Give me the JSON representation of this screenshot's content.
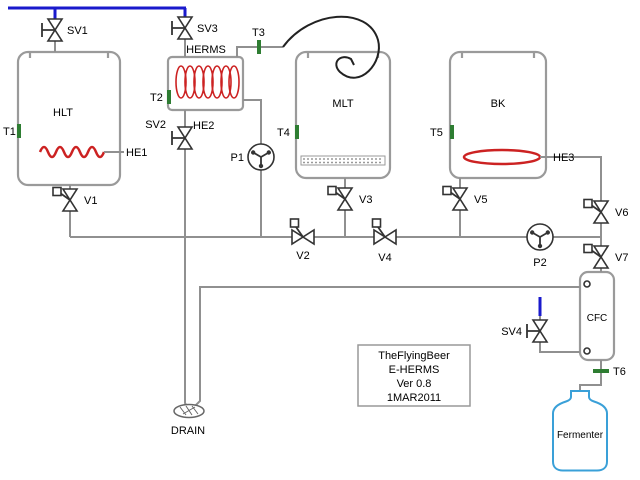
{
  "diagram": {
    "vessels": {
      "hlt": "HLT",
      "mlt": "MLT",
      "bk": "BK",
      "herms": "HERMS",
      "cfc": "CFC",
      "fermenter": "Fermenter"
    },
    "valves": {
      "sv1": "SV1",
      "sv2": "SV2",
      "sv3": "SV3",
      "sv4": "SV4",
      "v1": "V1",
      "v2": "V2",
      "v3": "V3",
      "v4": "V4",
      "v5": "V5",
      "v6": "V6",
      "v7": "V7"
    },
    "pumps": {
      "p1": "P1",
      "p2": "P2"
    },
    "sensors": {
      "t1": "T1",
      "t2": "T2",
      "t3": "T3",
      "t4": "T4",
      "t5": "T5",
      "t6": "T6"
    },
    "heaters": {
      "he1": "HE1",
      "he2": "HE2",
      "he3": "HE3"
    },
    "drain": "DRAIN",
    "title_block": {
      "line1": "TheFlyingBeer",
      "line2": "E-HERMS",
      "line3": "Ver 0.8",
      "line4": "1MAR2011"
    },
    "colors": {
      "water_supply": "#1a1acc",
      "heating_element": "#cc2222",
      "temp_sensor": "#2e7d32",
      "piping": "#909090",
      "symbols": "#333333",
      "vessel_outline": "#9a9a9a",
      "fermenter_outline": "#3aa0d8"
    }
  }
}
